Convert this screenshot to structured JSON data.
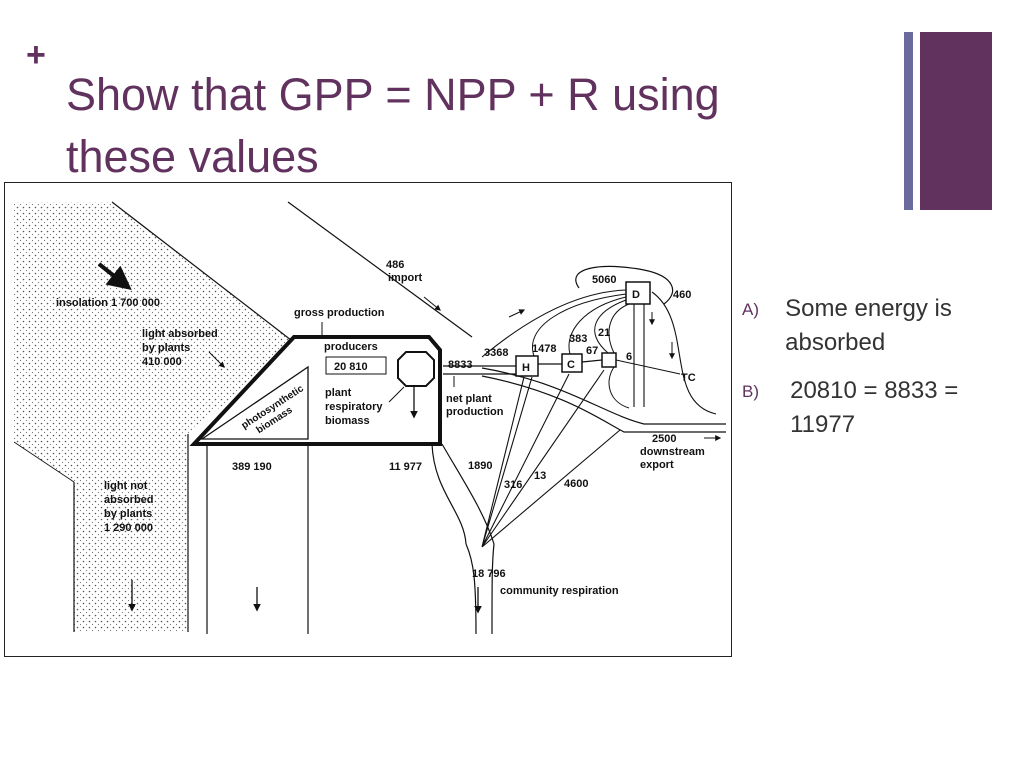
{
  "colors": {
    "accent": "#62325f",
    "bar_thin": "#6a6a9c",
    "text": "#333333"
  },
  "slide": {
    "plus": "+",
    "title": "Show that GPP = NPP + R using these values"
  },
  "answers": [
    {
      "letter": "A)",
      "text": "Some energy is absorbed"
    },
    {
      "letter": "B)",
      "text": "20810 = 8833 = 11977"
    }
  ],
  "diagram": {
    "insolation": "insolation 1 700 000",
    "light_absorbed": [
      "light absorbed",
      "by plants",
      "410 000"
    ],
    "light_not_absorbed": [
      "light not",
      "absorbed",
      "by plants",
      "1 290 000"
    ],
    "gross_production": "gross production",
    "producers": "producers",
    "producers_value": "20 810",
    "photosynthetic_biomass": [
      "photosynthetic",
      "biomass"
    ],
    "plant_respiratory_biomass": [
      "plant",
      "respiratory",
      "biomass"
    ],
    "loss_389190": "389 190",
    "loss_11977": "11 977",
    "npp_value": "8833",
    "net_plant_production": [
      "net plant",
      "production"
    ],
    "import": [
      "486",
      "import"
    ],
    "v3368": "3368",
    "v1478": "1478",
    "v383": "383",
    "v21": "21",
    "v67": "67",
    "v6": "6",
    "v5060": "5060",
    "v460": "460",
    "node_h": "H",
    "node_c": "C",
    "node_d": "D",
    "node_tc": "TC",
    "v1890": "1890",
    "v316": "316",
    "v13": "13",
    "v4600": "4600",
    "downstream": [
      "2500",
      "downstream",
      "export"
    ],
    "community_value": "18 796",
    "community_respiration": "community respiration"
  }
}
